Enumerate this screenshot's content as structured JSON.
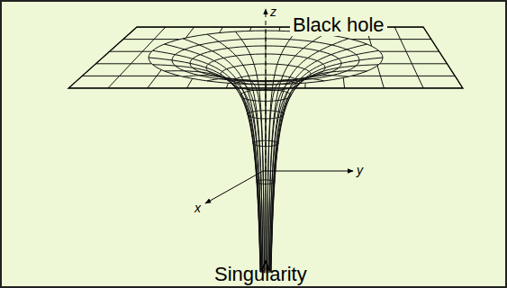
{
  "diagram": {
    "labels": [
      "Black hole",
      "z",
      "y",
      "x",
      "Singularity"
    ]
  }
}
